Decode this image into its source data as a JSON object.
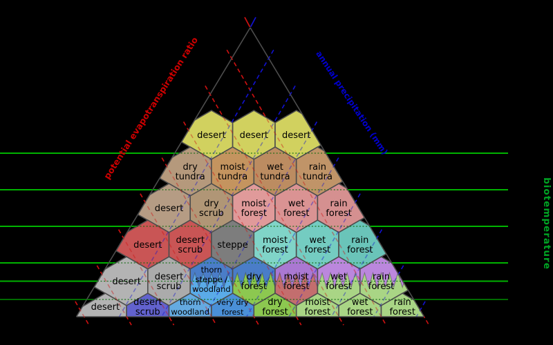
{
  "diagram": {
    "type": "holdridge-life-zones",
    "background": "#000000",
    "axes": {
      "left": {
        "label": "potential evapotranspiration ratio",
        "color": "#cc0000"
      },
      "right": {
        "label": "annual precipitation (mm)",
        "color": "#0000cc"
      },
      "vertical": {
        "label": "biotemperature",
        "color": "#00a424"
      }
    },
    "line_colors": {
      "biotemperature": "#00b400",
      "biotemperature_dotted": "#0d6b0d",
      "evapotranspiration": "#cc1111",
      "precipitation": "#1111cc",
      "cell_outline": "#4d4d4d"
    },
    "rows": [
      {
        "name": "row-1",
        "zones": [
          {
            "label": [
              "desert"
            ],
            "fill": "#d1d15f"
          },
          {
            "label": [
              "desert"
            ],
            "fill": "#d1d15f"
          },
          {
            "label": [
              "desert"
            ],
            "fill": "#d1d15f"
          }
        ]
      },
      {
        "name": "row-2",
        "zones": [
          {
            "label": [
              "dry",
              "tundra"
            ],
            "fill": "#b5997c"
          },
          {
            "label": [
              "moist",
              "tundra"
            ],
            "fill": "#c4945f"
          },
          {
            "label": [
              "wet",
              "tundra"
            ],
            "fill": "#bc8c61"
          },
          {
            "label": [
              "rain",
              "tundra"
            ],
            "fill": "#c09468"
          }
        ]
      },
      {
        "name": "row-3",
        "zones": [
          {
            "label": [
              "desert"
            ],
            "fill": "#b59c84"
          },
          {
            "label": [
              "dry",
              "scrub"
            ],
            "fill": "#b09676"
          },
          {
            "label": [
              "moist",
              "forest"
            ],
            "fill": "#e09a9a"
          },
          {
            "label": [
              "wet",
              "forest"
            ],
            "fill": "#da9393"
          },
          {
            "label": [
              "rain",
              "forest"
            ],
            "fill": "#d59090"
          }
        ]
      },
      {
        "name": "row-4",
        "zones": [
          {
            "label": [
              "desert"
            ],
            "fill": "#c95555"
          },
          {
            "label": [
              "desert",
              "scrub"
            ],
            "fill": "#c95555"
          },
          {
            "label": [
              "steppe"
            ],
            "fill": "#7d7d7d"
          },
          {
            "label": [
              "moist",
              "forest"
            ],
            "fill": "#80d4c8"
          },
          {
            "label": [
              "wet",
              "forest"
            ],
            "fill": "#74ccc1"
          },
          {
            "label": [
              "rain",
              "forest"
            ],
            "fill": "#6ac4b9"
          }
        ]
      },
      {
        "name": "row-5",
        "zones": [
          {
            "label": [
              "desert"
            ],
            "fill": "#b3b3b3"
          },
          {
            "label": [
              "desert",
              "scrub"
            ],
            "fill": "#ababab"
          },
          {
            "label": [
              "thorn",
              "steppe /",
              "woodland"
            ],
            "fill": "#4a7dc8",
            "zigzag": "#5aabe8",
            "font": 11.5
          },
          {
            "label": [
              "dry",
              "forest"
            ],
            "fill": "#4a7dc8",
            "zigzag": "#8cc850"
          },
          {
            "label": [
              "moist",
              "forest"
            ],
            "fill": "#aa78d2",
            "zigzag": "#c36e6e"
          },
          {
            "label": [
              "wet",
              "forest"
            ],
            "fill": "#bb87dd",
            "zigzag": "#a9d585"
          },
          {
            "label": [
              "rain",
              "forest"
            ],
            "fill": "#bb87dd",
            "zigzag": "#a9d585"
          }
        ]
      },
      {
        "name": "row-6",
        "zones": [
          {
            "label": [
              "desert"
            ],
            "fill": "#b3b3b3"
          },
          {
            "label": [
              "desert",
              "scrub"
            ],
            "fill": "#6262ce"
          },
          {
            "label": [
              "thorn",
              "woodland"
            ],
            "fill": "#64aae1",
            "font": 11.5
          },
          {
            "label": [
              "very dry",
              "forest"
            ],
            "fill": "#4a90d8",
            "font": 11
          },
          {
            "label": [
              "dry",
              "forest"
            ],
            "fill": "#8cc850"
          },
          {
            "label": [
              "moist",
              "forest"
            ],
            "fill": "#a9d585"
          },
          {
            "label": [
              "wet",
              "forest"
            ],
            "fill": "#a9d585"
          },
          {
            "label": [
              "rain",
              "forest"
            ],
            "fill": "#a9d585"
          }
        ]
      }
    ]
  }
}
